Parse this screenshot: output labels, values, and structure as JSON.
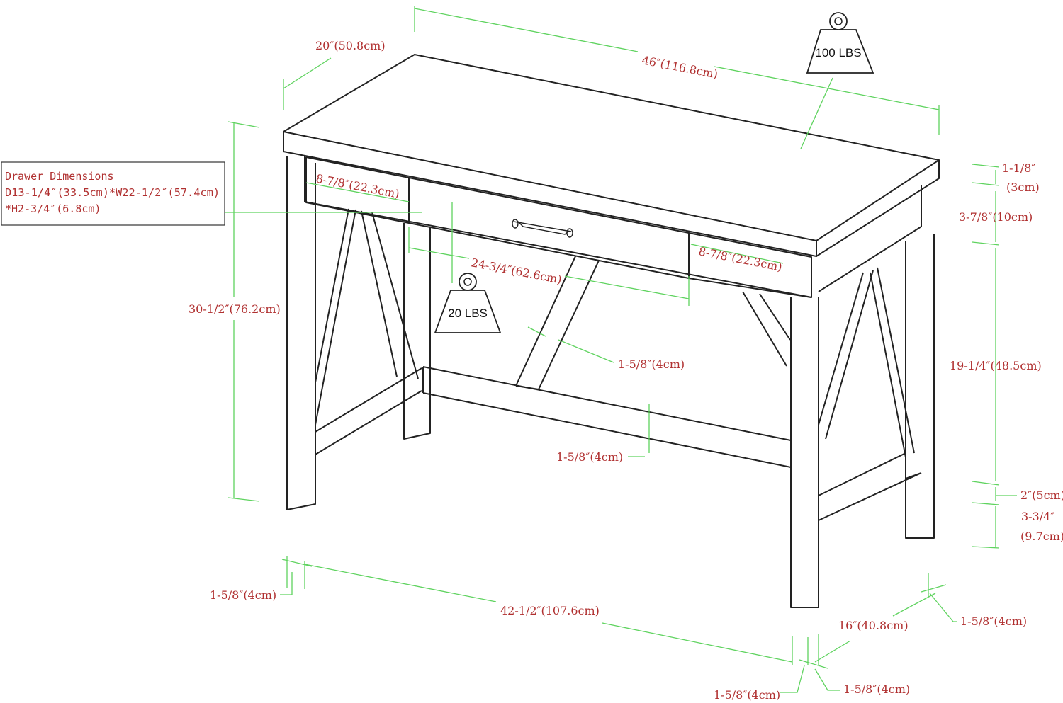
{
  "drawer_box": {
    "title": "Drawer Dimensions",
    "line1": "D13-1/4″(33.5cm)*W22-1/2″(57.4cm)",
    "line2": "*H2-3/4″(6.8cm)"
  },
  "weights": {
    "top": "100 LBS",
    "drawer": "20 LBS"
  },
  "dimensions": {
    "depth_top": "20″(50.8cm)",
    "width_top": "46″(116.8cm)",
    "height_total": "30-1/2″(76.2cm)",
    "side_drawer_left": "8-7/8″(22.3cm)",
    "center_drawer": "24-3/4″(62.6cm)",
    "side_drawer_right": "8-7/8″(22.3cm)",
    "brace_width": "1-5/8″(4cm)",
    "stretcher_width": "1-5/8″(4cm)",
    "top_thickness_a": "1-1/8″",
    "top_thickness_b": "(3cm)",
    "apron_height": "3-7/8″(10cm)",
    "leg_clearance": "19-1/4″(48.5cm)",
    "bottom_rail": "2″(5cm)",
    "foot_height_a": "3-3/4″",
    "foot_height_b": "(9.7cm)",
    "leg_left": "1-5/8″(4cm)",
    "inner_width": "42-1/2″(107.6cm)",
    "inner_depth": "16″(40.8cm)",
    "leg_right_side": "1-5/8″(4cm)",
    "leg_front_left": "1-5/8″(4cm)",
    "leg_front_right": "1-5/8″(4cm)"
  }
}
